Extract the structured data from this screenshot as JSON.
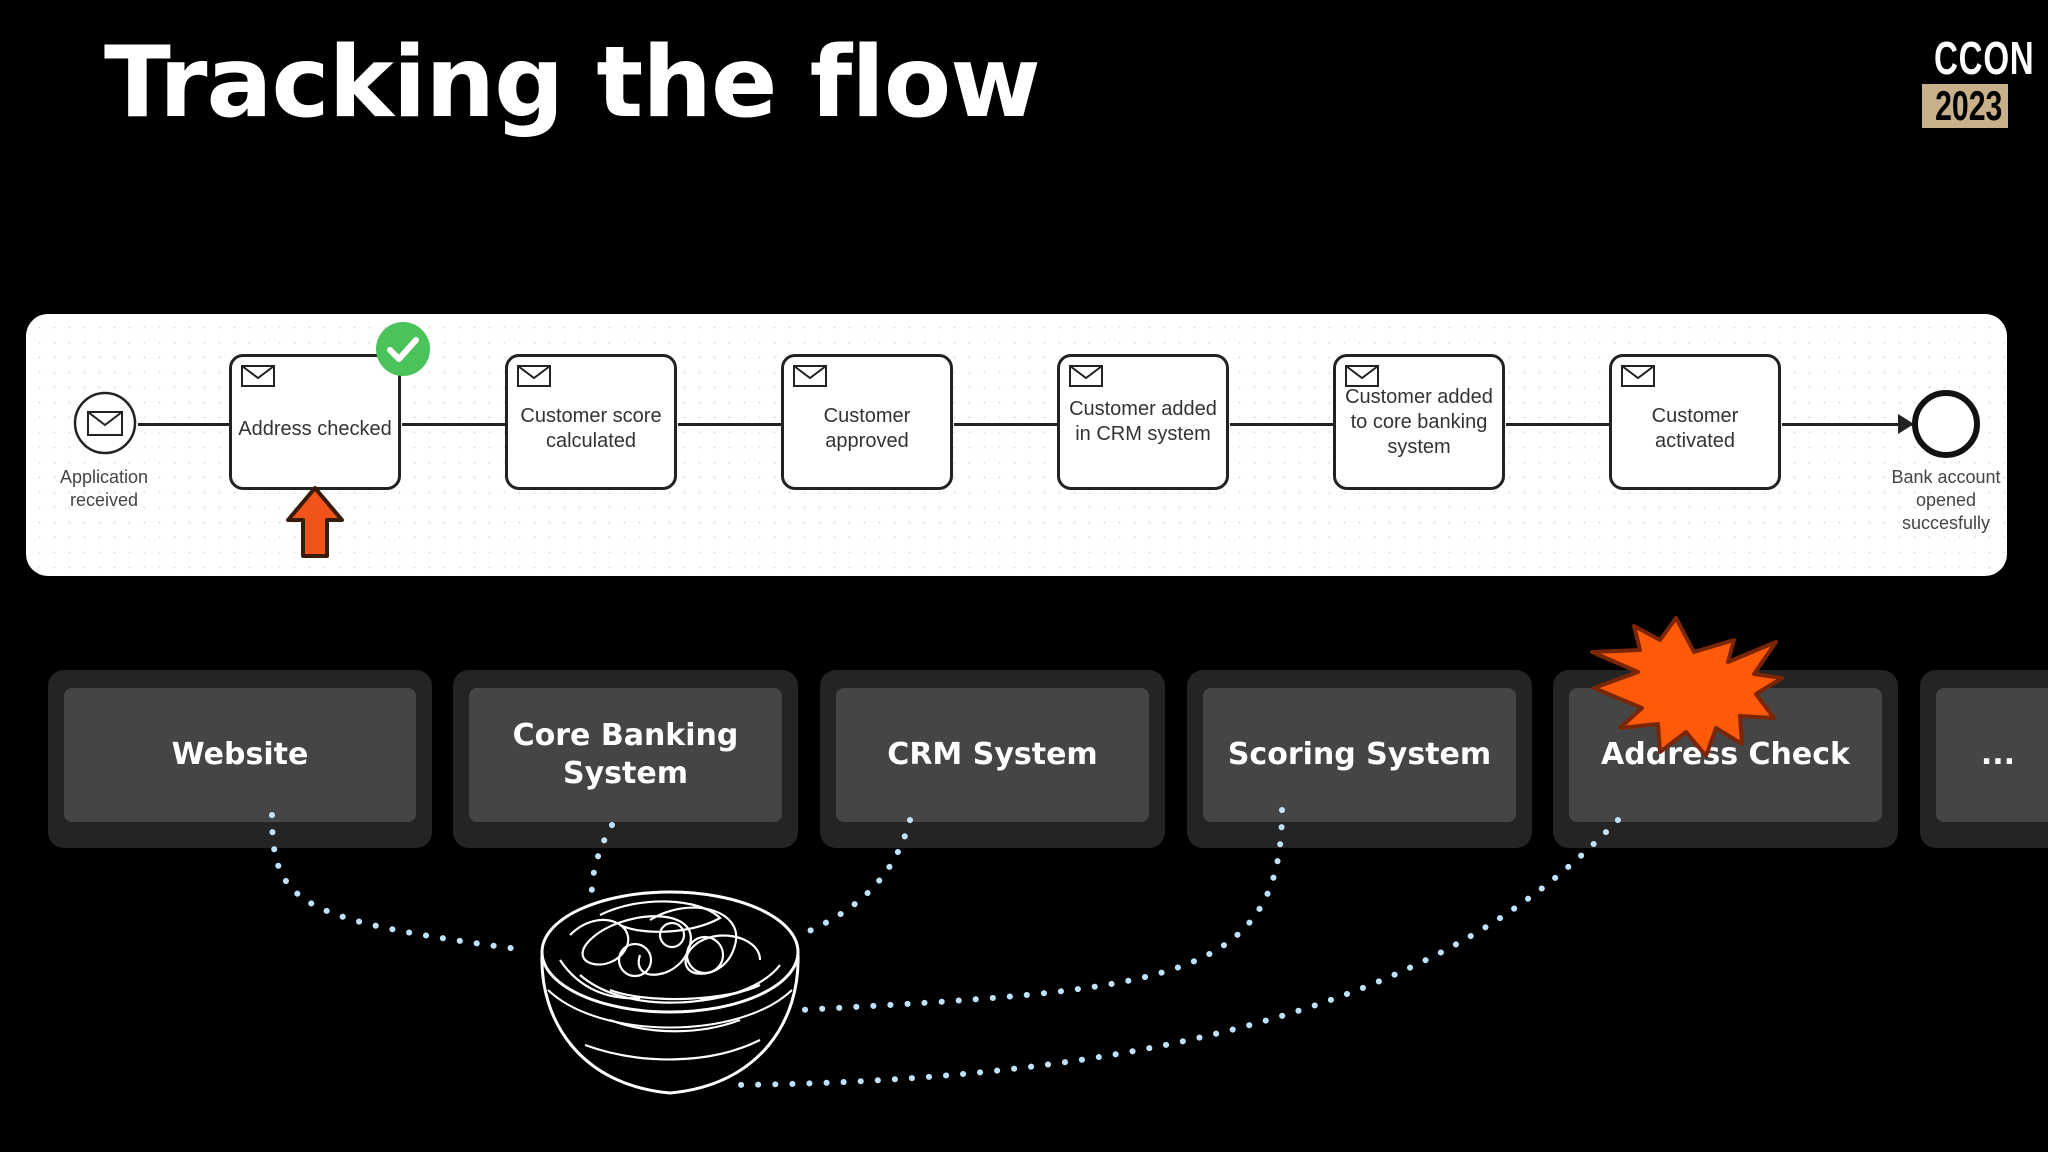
{
  "slide": {
    "title": "Tracking the flow",
    "logo_top": "CCON",
    "logo_year": "2023"
  },
  "process": {
    "start_event": "Application received",
    "tasks": [
      "Address checked",
      "Customer score calculated",
      "Customer approved",
      "Customer added in CRM system",
      "Customer added to core banking system",
      "Customer activated"
    ],
    "end_event": "Bank account opened succesfully"
  },
  "systems": [
    "Website",
    "Core Banking System",
    "CRM System",
    "Scoring System",
    "Address Check",
    "..."
  ],
  "colors": {
    "check_badge": "#4cc35a",
    "arrow_marker": "#f0541a",
    "burst": "#ff5a0a",
    "dots": "#bfe3ff",
    "logo_year_bg": "#c8b08a"
  },
  "icons": [
    "envelope-icon",
    "checkmark-icon",
    "up-arrow-icon",
    "explosion-icon",
    "spaghetti-bowl-icon"
  ]
}
